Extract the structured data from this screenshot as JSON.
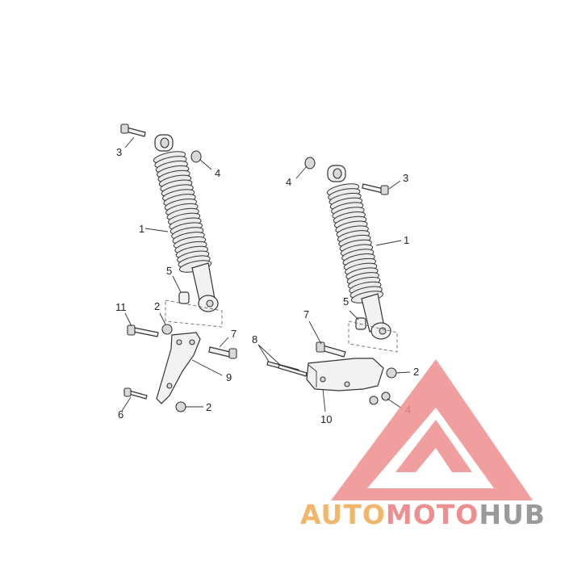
{
  "diagram": {
    "callouts": {
      "left_shock": "1",
      "left_nut_bracket": "2",
      "left_nut_bottom": "2",
      "left_bolt_top": "3",
      "left_nut_top": "4",
      "left_spacer": "5",
      "left_bolt_bottom": "6",
      "left_bolt_mid": "7",
      "left_bracket": "9",
      "left_bolt_long": "11",
      "right_shock": "1",
      "right_nut": "2",
      "right_bolt_top": "3",
      "right_nut_top": "4",
      "right_washer": "4",
      "right_spacer": "5",
      "right_bolt": "7",
      "right_bolts_pair": "8",
      "right_bracket": "10"
    }
  },
  "watermark": {
    "part1": "AUTO",
    "part2": "MOTO",
    "part3": "HUB",
    "colors": {
      "part1": "#f2b66b",
      "part2": "#ee8e8e",
      "part3": "#9a9a9a",
      "logo": "#ee8e8e"
    }
  }
}
